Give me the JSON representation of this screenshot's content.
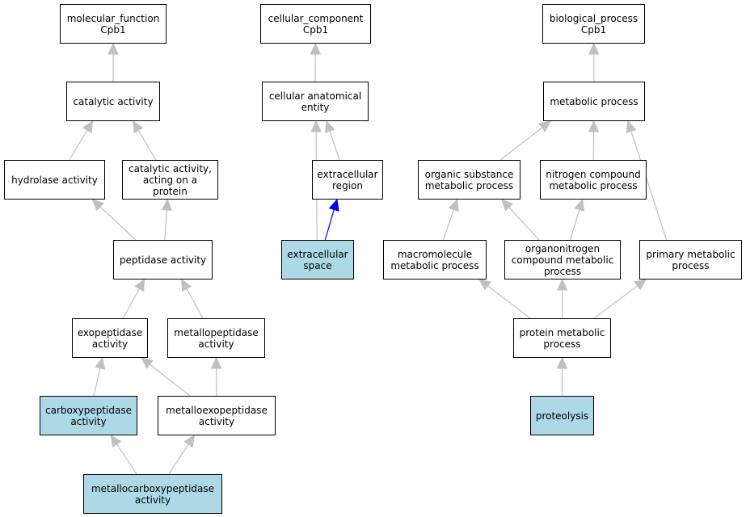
{
  "colors": {
    "edge_gray": "#c0c0c0",
    "edge_blue": "#0000ff",
    "highlight_fill": "#add8e6",
    "plain_fill": "#ffffff"
  },
  "nodes": {
    "mf_root": "molecular_function\nCpb1",
    "catalytic": "catalytic activity",
    "hydrolase": "hydrolase activity",
    "cat_protein": "catalytic activity,\nacting on a\nprotein",
    "peptidase": "peptidase activity",
    "exopeptidase": "exopeptidase\nactivity",
    "metallopeptidase": "metallopeptidase\nactivity",
    "carboxypeptidase": "carboxypeptidase\nactivity",
    "metalloexopeptidase": "metalloexopeptidase\nactivity",
    "metallocarboxypeptidase": "metallocarboxypeptidase\nactivity",
    "cc_root": "cellular_component\nCpb1",
    "cell_anat": "cellular anatomical\nentity",
    "extracellular_region": "extracellular\nregion",
    "extracellular_space": "extracellular\nspace",
    "bp_root": "biological_process\nCpb1",
    "metabolic": "metabolic process",
    "organic_subst": "organic substance\nmetabolic process",
    "nitrogen_comp": "nitrogen compound\nmetabolic process",
    "macromolecule": "macromolecule\nmetabolic process",
    "organonitrogen": "organonitrogen\ncompound metabolic\nprocess",
    "primary": "primary metabolic\nprocess",
    "protein_metab": "protein metabolic\nprocess",
    "proteolysis": "proteolysis"
  },
  "highlighted": [
    "carboxypeptidase",
    "metallocarboxypeptidase",
    "extracellular_space",
    "proteolysis"
  ],
  "edges": [
    {
      "from": "catalytic",
      "to": "mf_root",
      "style": "gray"
    },
    {
      "from": "hydrolase",
      "to": "catalytic",
      "style": "gray"
    },
    {
      "from": "cat_protein",
      "to": "catalytic",
      "style": "gray"
    },
    {
      "from": "peptidase",
      "to": "hydrolase",
      "style": "gray"
    },
    {
      "from": "peptidase",
      "to": "cat_protein",
      "style": "gray"
    },
    {
      "from": "exopeptidase",
      "to": "peptidase",
      "style": "gray"
    },
    {
      "from": "metallopeptidase",
      "to": "peptidase",
      "style": "gray"
    },
    {
      "from": "carboxypeptidase",
      "to": "exopeptidase",
      "style": "gray"
    },
    {
      "from": "metalloexopeptidase",
      "to": "exopeptidase",
      "style": "gray"
    },
    {
      "from": "metalloexopeptidase",
      "to": "metallopeptidase",
      "style": "gray"
    },
    {
      "from": "metallocarboxypeptidase",
      "to": "carboxypeptidase",
      "style": "gray"
    },
    {
      "from": "metallocarboxypeptidase",
      "to": "metalloexopeptidase",
      "style": "gray"
    },
    {
      "from": "cell_anat",
      "to": "cc_root",
      "style": "gray"
    },
    {
      "from": "extracellular_region",
      "to": "cell_anat",
      "style": "gray"
    },
    {
      "from": "extracellular_space",
      "to": "cell_anat",
      "style": "gray"
    },
    {
      "from": "extracellular_space",
      "to": "extracellular_region",
      "style": "blue"
    },
    {
      "from": "metabolic",
      "to": "bp_root",
      "style": "gray"
    },
    {
      "from": "organic_subst",
      "to": "metabolic",
      "style": "gray"
    },
    {
      "from": "nitrogen_comp",
      "to": "metabolic",
      "style": "gray"
    },
    {
      "from": "primary",
      "to": "metabolic",
      "style": "gray"
    },
    {
      "from": "macromolecule",
      "to": "organic_subst",
      "style": "gray"
    },
    {
      "from": "organonitrogen",
      "to": "organic_subst",
      "style": "gray"
    },
    {
      "from": "organonitrogen",
      "to": "nitrogen_comp",
      "style": "gray"
    },
    {
      "from": "protein_metab",
      "to": "macromolecule",
      "style": "gray"
    },
    {
      "from": "protein_metab",
      "to": "organonitrogen",
      "style": "gray"
    },
    {
      "from": "protein_metab",
      "to": "primary",
      "style": "gray"
    },
    {
      "from": "proteolysis",
      "to": "protein_metab",
      "style": "gray"
    }
  ]
}
